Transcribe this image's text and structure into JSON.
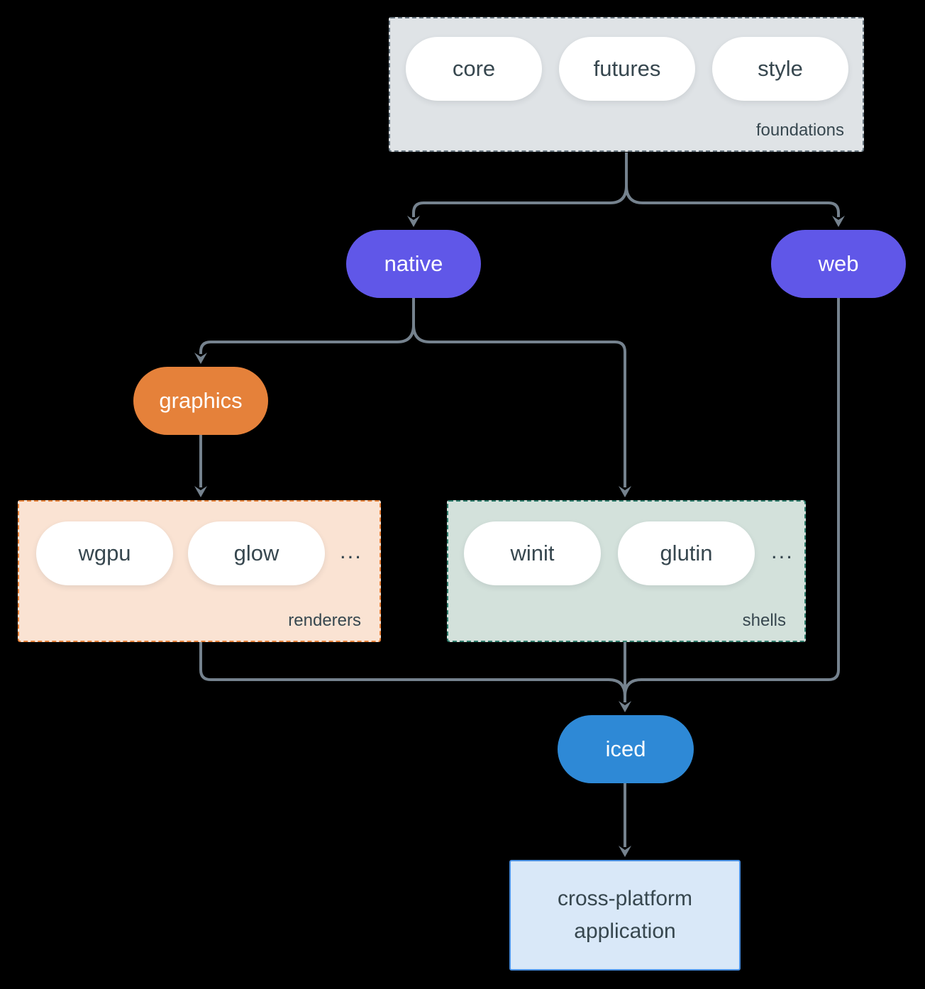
{
  "colors": {
    "background": "#000000",
    "line": "#75828E",
    "node-text": "#37474F",
    "pill-bg": "#FFFFFF",
    "purple": "#6057E8",
    "orange": "#E5813A",
    "blue": "#2E89D6",
    "foundations-bg": "#DFE3E6",
    "foundations-border": "#67757F",
    "renderers-bg": "#FAE3D3",
    "renderers-border": "#E8833B",
    "shells-bg": "#D3E1DB",
    "shells-border": "#2F7D6C",
    "app-bg": "#D9E8F8",
    "app-border": "#4A90E2"
  },
  "diagram": {
    "foundations": {
      "label": "foundations",
      "pills": {
        "core": "core",
        "futures": "futures",
        "style": "style"
      }
    },
    "native": "native",
    "web": "web",
    "graphics": "graphics",
    "renderers": {
      "label": "renderers",
      "pills": {
        "wgpu": "wgpu",
        "glow": "glow"
      },
      "ellipsis": "..."
    },
    "shells": {
      "label": "shells",
      "pills": {
        "winit": "winit",
        "glutin": "glutin"
      },
      "ellipsis": "..."
    },
    "iced": "iced",
    "application": {
      "line1": "cross-platform",
      "line2": "application"
    }
  }
}
